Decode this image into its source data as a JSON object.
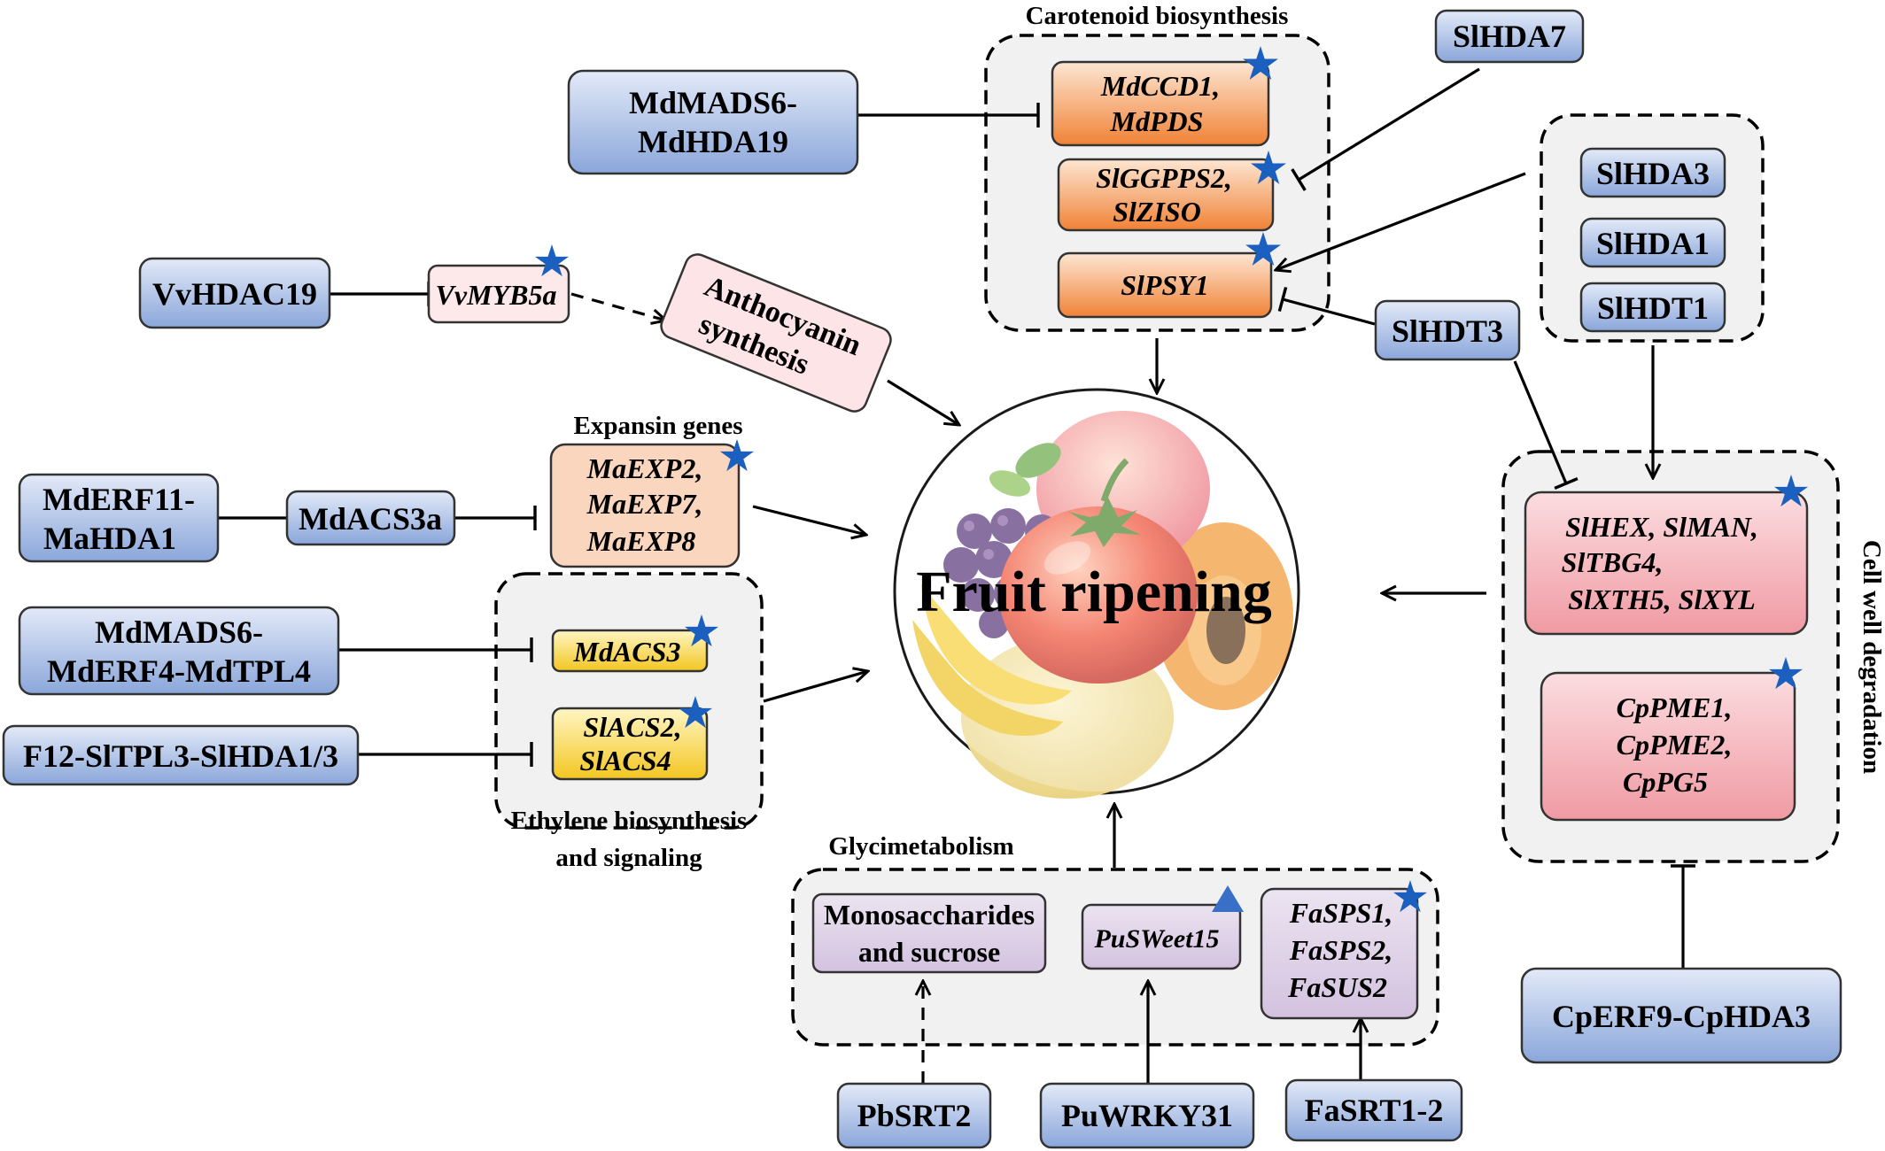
{
  "center": {
    "label": "Fruit ripening"
  },
  "groups": {
    "carotenoid": {
      "title": "Carotenoid biosynthesis"
    },
    "expansin": {
      "title": "Expansin genes"
    },
    "ethylene": {
      "title_line1": "Ethylene biosynthesis",
      "title_line2": "and signaling"
    },
    "glycometabolism": {
      "title": "Glycimetabolism"
    },
    "cellwall": {
      "title": "Cell well degradation"
    }
  },
  "regulators": {
    "mdmads6_mdhda19": {
      "line1": "MdMADS6-",
      "line2": "MdHDA19"
    },
    "slhda7": {
      "label": "SlHDA7"
    },
    "slhda3": {
      "label": "SlHDA3"
    },
    "slhda1": {
      "label": "SlHDA1"
    },
    "slhdt1": {
      "label": "SlHDT1"
    },
    "slhdt3": {
      "label": "SlHDT3"
    },
    "vvhdac19": {
      "label": "VvHDAC19"
    },
    "mderf11_mahda1": {
      "line1": "MdERF11-",
      "line2": "MaHDA1"
    },
    "mdacs3a": {
      "label": "MdACS3a"
    },
    "mdmads6_mderf4_mdtpl4": {
      "line1": "MdMADS6-",
      "line2": "MdERF4-MdTPL4"
    },
    "f12_sltpl3_slhda13": {
      "label": "F12-SlTPL3-SlHDA1/3"
    },
    "pbsrt2": {
      "label": "PbSRT2"
    },
    "puwrky31": {
      "label": "PuWRKY31"
    },
    "fasrt1_2": {
      "label": "FaSRT1-2"
    },
    "cperf9_cphda3": {
      "label": "CpERF9-CpHDA3"
    }
  },
  "genes": {
    "mdccd1_mdpds": {
      "line1": "MdCCD1,",
      "line2": "MdPDS"
    },
    "slggpps2_slziso": {
      "line1": "SlGGPPS2,",
      "line2": "SlZISO"
    },
    "slpsy1": {
      "label": "SlPSY1"
    },
    "vvmyb5a": {
      "label": "VvMYB5a"
    },
    "anthocyanin": {
      "line1": "Anthocyanin",
      "line2": "synthesis"
    },
    "maexp": {
      "line1": "MaEXP2,",
      "line2": "MaEXP7,",
      "line3": "MaEXP8"
    },
    "mdacs3": {
      "label": "MdACS3"
    },
    "slacs2_slacs4": {
      "line1": "SlACS2,",
      "line2": "SlACS4"
    },
    "monosaccharides": {
      "line1": "Monosaccharides",
      "line2": "and sucrose"
    },
    "puswet15": {
      "label": "PuSWeet15"
    },
    "fasps": {
      "line1": "FaSPS1,",
      "line2": "FaSPS2,",
      "line3": "FaSUS2"
    },
    "slhex": {
      "line1": "SlHEX, SlMAN,",
      "line2": "SlTBG4,",
      "line3": "SlXTH5, SlXYL"
    },
    "cppme": {
      "line1": "CpPME1,",
      "line2": "CpPME2,",
      "line3": "CpPG5"
    }
  },
  "colors": {
    "regulator_fill_top": "#dde6f6",
    "regulator_fill_bottom": "#8ea9dc",
    "orange_top": "#fde3cf",
    "orange_bottom": "#f2873f",
    "peach": "#f9d6bd",
    "yellow_top": "#fff4b6",
    "yellow_bottom": "#f5c928",
    "pink_light": "#fde7e9",
    "pink": "#f3a6ae",
    "purple": "#ddd0e6",
    "star": "#1b5fbf",
    "group_fill": "#f1f1f1"
  },
  "icons": [
    "star-marker-icon",
    "triangle-marker-icon",
    "fruit-illustration-icon"
  ]
}
